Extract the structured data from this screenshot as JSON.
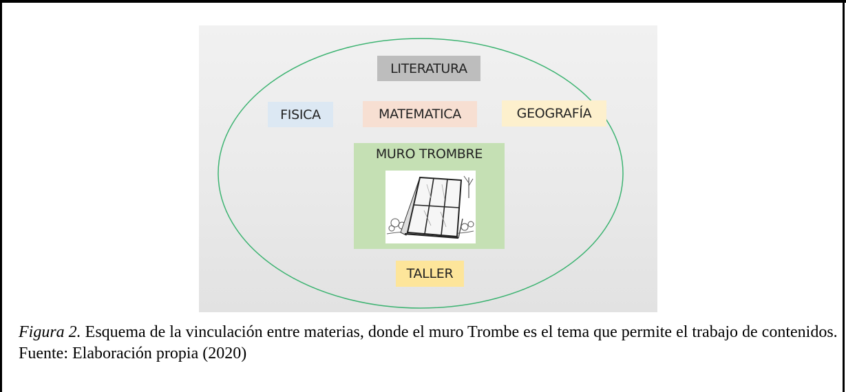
{
  "diagram": {
    "nodes": {
      "literatura": "LITERATURA",
      "fisica": "FISICA",
      "matematica": "MATEMATICA",
      "geografia": "GEOGRAFÍA",
      "muro": "MURO TROMBRE",
      "taller": "TALLER"
    },
    "colors": {
      "ellipse_stroke": "#3cb371",
      "literatura_bg": "#bdbdbd",
      "fisica_bg": "#dce8f3",
      "matematica_bg": "#f7dfd2",
      "geografia_bg": "#fdf0cd",
      "muro_bg": "#c5e0b4",
      "taller_bg": "#fde59a"
    },
    "muro_image_icon": "trombe-wall-sketch"
  },
  "caption": {
    "figure_label": "Figura 2.",
    "text": " Esquema de la vinculación entre materias, donde el muro Trombe es el tema que permite el trabajo de contenidos. Fuente: Elaboración propia (2020)"
  }
}
